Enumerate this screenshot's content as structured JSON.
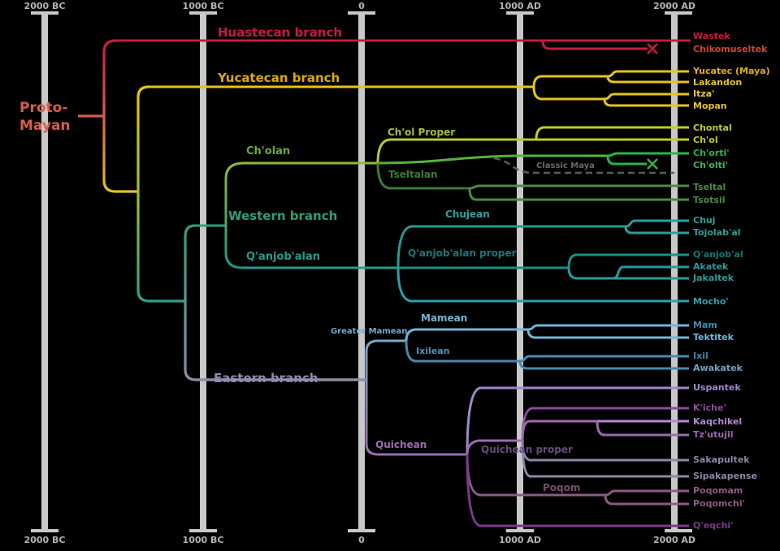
{
  "timeline": {
    "labels": [
      "2000 BC",
      "1000 BC",
      "0",
      "1000 AD",
      "2000 AD"
    ],
    "bar_color": "#c8c8c8",
    "label_color": "#b4b4b4"
  },
  "root": {
    "line1": "Proto-",
    "line2": "Mayan",
    "color": "#d4604a"
  },
  "branch_labels": [
    {
      "id": "huastecan",
      "text": "Huastecan branch",
      "color": "#c81a3c"
    },
    {
      "id": "yucatecan",
      "text": "Yucatecan branch",
      "color": "#d8ac00"
    },
    {
      "id": "cholan",
      "text": "Ch'olan",
      "color": "#6aaa3a"
    },
    {
      "id": "chol-proper",
      "text": "Ch'ol Proper",
      "color": "#a8bc2e"
    },
    {
      "id": "tseltalan",
      "text": "Tseltalan",
      "color": "#3d7a37"
    },
    {
      "id": "western",
      "text": "Western branch",
      "color": "#2f9e77"
    },
    {
      "id": "chujean",
      "text": "Chujean",
      "color": "#2aa0a0"
    },
    {
      "id": "qanjobalan",
      "text": "Q'anjob'alan",
      "color": "#289a92"
    },
    {
      "id": "qanjobalan-proper",
      "text": "Q'anjob'alan proper",
      "color": "#147a78"
    },
    {
      "id": "greater-mamean",
      "text": "Greater Mamean",
      "color": "#7ba8c8"
    },
    {
      "id": "mamean",
      "text": "Mamean",
      "color": "#72b4d8"
    },
    {
      "id": "ixilean",
      "text": "Ixilean",
      "color": "#5490b8"
    },
    {
      "id": "eastern",
      "text": "Eastern branch",
      "color": "#8d8dab"
    },
    {
      "id": "quichean",
      "text": "Quichean",
      "color": "#9d6cb0"
    },
    {
      "id": "quichean-proper",
      "text": "Quichean proper",
      "color": "#6a4a7a"
    },
    {
      "id": "poqom",
      "text": "Poqom",
      "color": "#7a4a74"
    },
    {
      "id": "classic-maya",
      "text": "Classic Maya",
      "color": "#6a6a6a"
    }
  ],
  "languages": [
    {
      "name": "Wastek",
      "color": "#c81a3c",
      "extinct": false
    },
    {
      "name": "Chikomuseltek",
      "color": "#d2452e",
      "extinct": true
    },
    {
      "name": "Yucatec (Maya)",
      "color": "#e0b000",
      "extinct": false
    },
    {
      "name": "Lakandon",
      "color": "#e4c41c",
      "extinct": false
    },
    {
      "name": "Itza'",
      "color": "#eec83c",
      "extinct": false
    },
    {
      "name": "Mopan",
      "color": "#e4c41c",
      "extinct": false
    },
    {
      "name": "Chontal",
      "color": "#c2cc26",
      "extinct": false
    },
    {
      "name": "Ch'ol",
      "color": "#c2cc26",
      "extinct": false
    },
    {
      "name": "Ch'orti'",
      "color": "#2ab44a",
      "extinct": false
    },
    {
      "name": "Ch'olti'",
      "color": "#3cb458, ",
      "extinct": true
    },
    {
      "name": "Tseltal",
      "color": "#4d8a45",
      "extinct": false
    },
    {
      "name": "Tsotsil",
      "color": "#4d8a45",
      "extinct": false
    },
    {
      "name": "Chuj",
      "color": "#2aa0a0",
      "extinct": false
    },
    {
      "name": "Tojolab'al",
      "color": "#2aa098",
      "extinct": false
    },
    {
      "name": "Q'anjob'al",
      "color": "#107876",
      "extinct": false
    },
    {
      "name": "Akatek",
      "color": "#2a9a9a",
      "extinct": false
    },
    {
      "name": "Jakaltek",
      "color": "#2a9a9a",
      "extinct": false
    },
    {
      "name": "Mocho'",
      "color": "#28a0b0",
      "extinct": false
    },
    {
      "name": "Mam",
      "color": "#3c8ab8",
      "extinct": false
    },
    {
      "name": "Tektitek",
      "color": "#72b4d8",
      "extinct": false
    },
    {
      "name": "Ixil",
      "color": "#3c84b4",
      "extinct": false
    },
    {
      "name": "Awakatek",
      "color": "#6aa4c8",
      "extinct": false
    },
    {
      "name": "Uspantek",
      "color": "#a088cc",
      "extinct": false
    },
    {
      "name": "K'iche'",
      "color": "#8d4a9e",
      "extinct": false
    },
    {
      "name": "Kaqchikel",
      "color": "#b48ad0",
      "extinct": false
    },
    {
      "name": "Tz'utujil",
      "color": "#9a6ab0",
      "extinct": false
    },
    {
      "name": "Sakapultek",
      "color": "#8d86a8",
      "extinct": false
    },
    {
      "name": "Sipakapense",
      "color": "#8d86a8",
      "extinct": false
    },
    {
      "name": "Poqomam",
      "color": "#8d5a88",
      "extinct": false
    },
    {
      "name": "Poqomchi'",
      "color": "#8d5a88",
      "extinct": false
    },
    {
      "name": "Q'eqchi'",
      "color": "#7a3a8a",
      "extinct": false
    }
  ],
  "markers": {
    "extinct_symbol": "×"
  },
  "topology": {
    "root": "Proto-Mayan",
    "branches": [
      {
        "branch": "Huastecan branch",
        "languages": [
          "Wastek",
          "Chikomuseltek †"
        ]
      },
      {
        "branch": "Yucatecan branch",
        "languages": [
          "Yucatec (Maya)",
          "Lakandon",
          "Itza'",
          "Mopan"
        ]
      },
      {
        "branch": "Western branch",
        "subgroups": [
          {
            "name": "Ch'olan",
            "subgroups": [
              {
                "name": "Ch'ol Proper",
                "languages": [
                  "Chontal",
                  "Ch'ol"
                ]
              },
              {
                "languages": [
                  "Ch'orti'",
                  "Ch'olti' †"
                ]
              },
              {
                "name": "Classic Maya",
                "style": "dashed",
                "languages": []
              },
              {
                "name": "Tseltalan",
                "languages": [
                  "Tseltal",
                  "Tsotsil"
                ]
              }
            ]
          },
          {
            "name": "Q'anjob'alan",
            "subgroups": [
              {
                "name": "Chujean",
                "languages": [
                  "Chuj",
                  "Tojolab'al"
                ]
              },
              {
                "name": "Q'anjob'alan proper",
                "languages": [
                  "Q'anjob'al",
                  "Akatek",
                  "Jakaltek"
                ]
              },
              {
                "languages": [
                  "Mocho'"
                ]
              }
            ]
          }
        ]
      },
      {
        "branch": "Eastern branch",
        "subgroups": [
          {
            "name": "Greater Mamean",
            "subgroups": [
              {
                "name": "Mamean",
                "languages": [
                  "Mam",
                  "Tektitek"
                ]
              },
              {
                "name": "Ixilean",
                "languages": [
                  "Ixil",
                  "Awakatek"
                ]
              }
            ]
          },
          {
            "name": "Quichean",
            "subgroups": [
              {
                "languages": [
                  "Uspantek"
                ]
              },
              {
                "name": "Quichean proper",
                "languages": [
                  "K'iche'",
                  "Kaqchikel",
                  "Tz'utujil",
                  "Sakapultek",
                  "Sipakapense"
                ]
              },
              {
                "name": "Poqom",
                "languages": [
                  "Poqomam",
                  "Poqomchi'"
                ]
              },
              {
                "languages": [
                  "Q'eqchi'"
                ]
              }
            ]
          }
        ]
      }
    ]
  }
}
